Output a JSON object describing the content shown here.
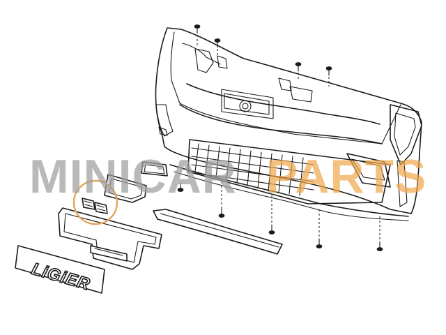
{
  "watermark": {
    "left_text": "MINICAR",
    "right_text": "PARTS",
    "left_color": "#9e9e9e",
    "right_color": "#f0a64a"
  },
  "badge": {
    "text": "LiGiER"
  },
  "callout": {
    "color": "#e6a35a"
  }
}
